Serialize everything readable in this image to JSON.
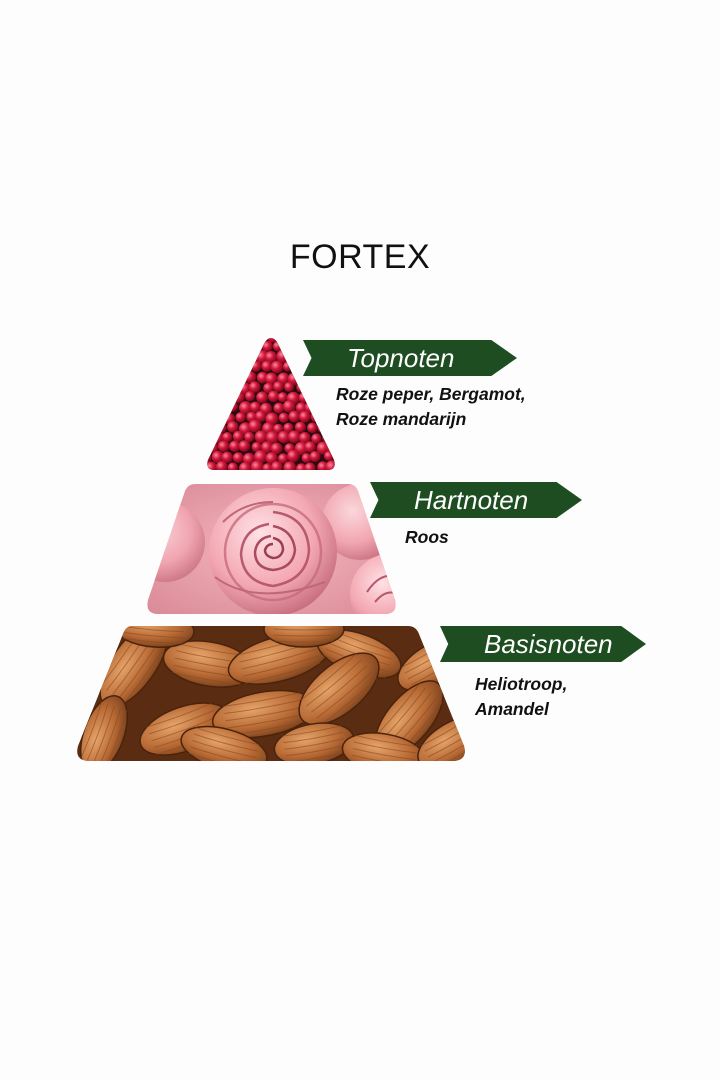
{
  "brand": "FORTEX",
  "colors": {
    "green": "#1e4d21",
    "text": "#111111",
    "background": "#fdfdfd"
  },
  "pyramid": {
    "top": {
      "image": "pink-peppercorns",
      "label": "Topnoten",
      "notes_line1": "Roze peper, Bergamot,",
      "notes_line2": "Roze mandarijn"
    },
    "heart": {
      "image": "pink-roses",
      "label": "Hartnoten",
      "notes_line1": "Roos"
    },
    "base": {
      "image": "almonds",
      "label": "Basisnoten",
      "notes_line1": "Heliotroop,",
      "notes_line2": "Amandel"
    }
  }
}
